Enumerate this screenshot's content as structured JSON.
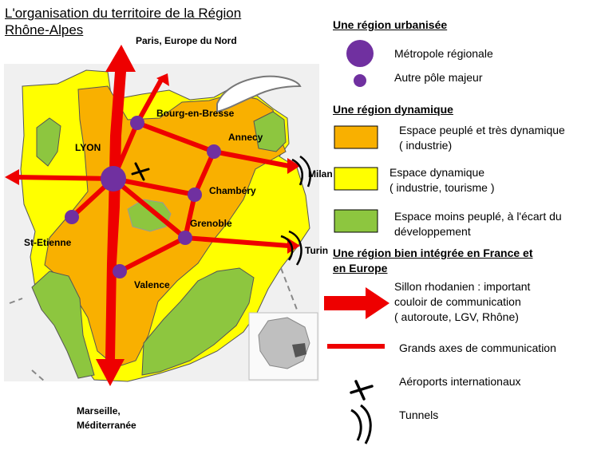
{
  "title": {
    "line1": "L'organisation du territoire de la Région",
    "line2": "Rhône-Alpes"
  },
  "map": {
    "directions": {
      "north": "Paris, Europe du Nord",
      "south": "Marseille,\nMéditerranée",
      "milan": "Milan",
      "turin": "Turin"
    },
    "cities": {
      "lyon": "LYON",
      "bourg": "Bourg-en-Bresse",
      "annecy": "Annecy",
      "chambery": "Chambéry",
      "grenoble": "Grenoble",
      "st_etienne": "St-Etienne",
      "valence": "Valence"
    }
  },
  "legend": {
    "sections": {
      "urban": "Une région urbanisée",
      "dynamic": "Une région dynamique",
      "integrated": "Une région bien intégrée en France et\nen Europe"
    },
    "items": {
      "metropole": "Métropole régionale",
      "pole": "Autre pôle majeur",
      "peuple": "Espace peuplé et très dynamique\n( industrie)",
      "dynamique": "Espace dynamique\n( industrie,  tourisme )",
      "moins": "Espace moins peuplé, à l'écart du\ndéveloppement",
      "sillon": "Sillon rhodanien : important\ncouloir de communication\n( autoroute, LGV, Rhône)",
      "axes": "Grands axes de communication",
      "aeroports": "Aéroports internationaux",
      "tunnels": "Tunnels"
    }
  },
  "colors": {
    "orange": "#f9b000",
    "yellow": "#ffff00",
    "green": "#8dc63f",
    "red": "#ee0000",
    "purple": "#7030a0",
    "background": "#f0f0f0"
  }
}
